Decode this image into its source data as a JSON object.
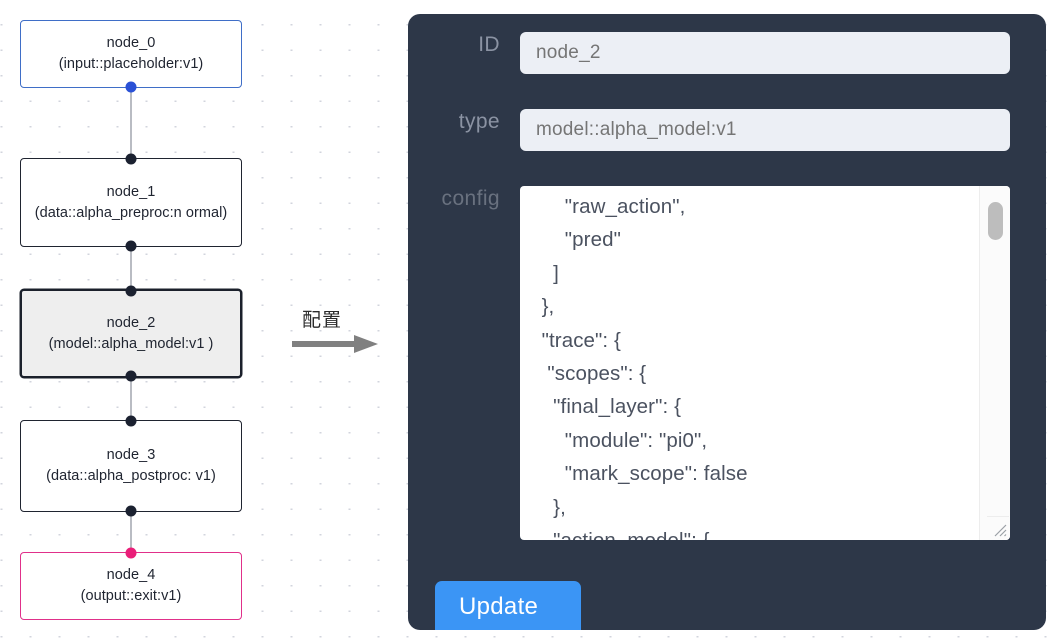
{
  "graph": {
    "nodes": [
      {
        "id": "node_0",
        "type": "(input::placeholder:v1)",
        "state": "input"
      },
      {
        "id": "node_1",
        "type": "(data::alpha_preproc:n\normal)",
        "state": "default"
      },
      {
        "id": "node_2",
        "type": "(model::alpha_model:v1\n)",
        "state": "selected"
      },
      {
        "id": "node_3",
        "type": "(data::alpha_postproc:\nv1)",
        "state": "default"
      },
      {
        "id": "node_4",
        "type": "(output::exit:v1)",
        "state": "output"
      }
    ],
    "colors": {
      "input_border": "#3f6ec7",
      "output_border": "#e0308a",
      "default_border": "#1f2430",
      "selected_fill": "#eeeeee",
      "edge": "#b9bcc3",
      "handle": "#1b2130",
      "handle_blue": "#2a51d6",
      "handle_pink": "#ea1e79",
      "grid_dot": "#d2d4dd"
    }
  },
  "middle": {
    "label": "配置",
    "arrow_color": "#808080"
  },
  "inspector": {
    "panel_color": "#2d3748",
    "fields": {
      "id": {
        "label": "ID",
        "value": "node_2",
        "placeholder": "node_2"
      },
      "type": {
        "label": "type",
        "value": "model::alpha_model:v1",
        "placeholder": "model::alpha_model:v1"
      },
      "config": {
        "label": "config",
        "value": "      \"raw_action\",\n      \"pred\"\n    ]\n  },\n  \"trace\": {\n   \"scopes\": {\n    \"final_layer\": {\n      \"module\": \"pi0\",\n      \"mark_scope\": false\n    },\n    \"action_model\": {"
      }
    },
    "update_button": {
      "label": "Update",
      "color": "#3b95f5"
    },
    "scrollbar": {
      "thumb_color": "#bdbdbd"
    }
  }
}
